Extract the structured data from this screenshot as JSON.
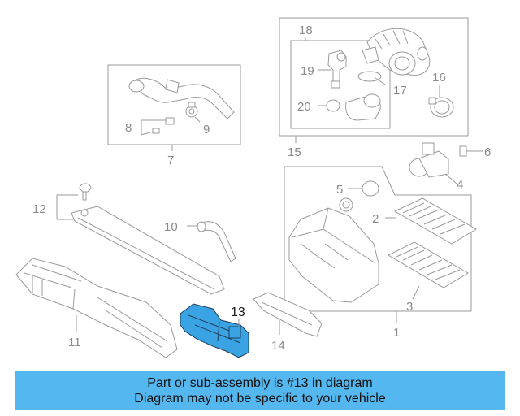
{
  "callouts": {
    "c1": "1",
    "c2": "2",
    "c3": "3",
    "c4": "4",
    "c5": "5",
    "c6": "6",
    "c7": "7",
    "c8": "8",
    "c9": "9",
    "c10": "10",
    "c11": "11",
    "c12": "12",
    "c13": "13",
    "c14": "14",
    "c15": "15",
    "c16": "16",
    "c17": "17",
    "c18": "18",
    "c19": "19",
    "c20": "20"
  },
  "highlight_part": "13",
  "colors": {
    "highlight": "#3aa3e3",
    "banner": "#55b7ef",
    "line": "#9a9a9a"
  },
  "banner": {
    "line1": "Part or sub-assembly is #13 in diagram",
    "line2": "Diagram may not be specific to your vehicle"
  }
}
